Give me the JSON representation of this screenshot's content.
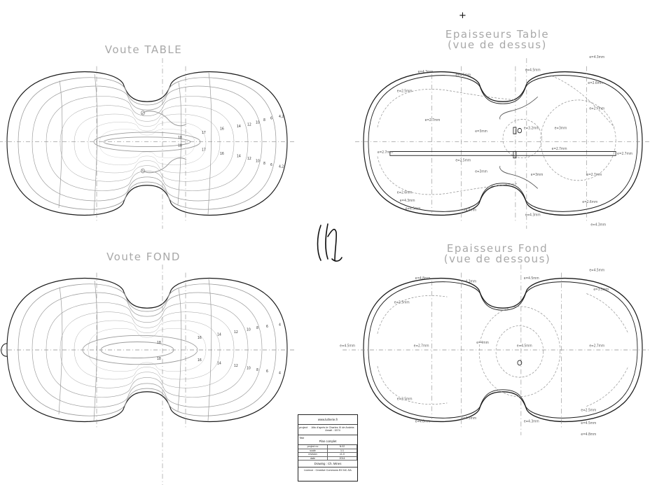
{
  "titles": {
    "voute_table": "Voute TABLE",
    "voute_fond": "Voute FOND",
    "epaisseurs_table": [
      "Epaisseurs Table",
      "(vue de dessus)"
    ],
    "epaisseurs_fond": [
      "Epaisseurs Fond",
      "(vue de dessous)"
    ]
  },
  "contour_labels_table": [
    "4,2",
    "6",
    "8",
    "10",
    "12",
    "14",
    "16",
    "17",
    "18",
    "4,2",
    "6",
    "8",
    "10",
    "12",
    "14",
    "16",
    "17",
    "18"
  ],
  "contour_labels_fond": [
    "4",
    "6",
    "8",
    "10",
    "12",
    "14",
    "16",
    "18",
    "4",
    "6",
    "8",
    "10",
    "12",
    "14",
    "16",
    "18"
  ],
  "thickness_table": [
    "e=4.3mm",
    "e=4.5mm",
    "e=4.5mm",
    "e=4.3mm",
    "e=2.5mm",
    "e=2.7mm",
    "e=3mm",
    "e=3.2mm",
    "e=3mm",
    "e=2.7mm",
    "e=2.6mm",
    "e=2.7mm",
    "e=2.7mm",
    "e=2.7mm",
    "e=2.5mm",
    "e=3mm",
    "e=3mm",
    "e=2.7mm",
    "e=2.6mm",
    "e=4.5mm",
    "e=4.5mm",
    "e=4.3mm",
    "e=2.6mm",
    "e=4.3mm",
    "e=4.3mm"
  ],
  "thickness_fond": [
    "e=4.8mm",
    "e=4.3mm",
    "e=4.5mm",
    "e=3.5mm",
    "e=3.5mm",
    "e=4.5mm",
    "e=2.7mm",
    "e=4mm",
    "e=4.5mm",
    "e=2.7mm",
    "e=4.5mm",
    "e=2.5mm",
    "e=2.5mm",
    "e=4.8mm",
    "e=4.3mm",
    "e=4.3mm",
    "e=4.5mm",
    "e=4.8mm"
  ],
  "monogram": "LM",
  "title_block": {
    "website": "www.lutherie.fr",
    "project_caption": "project",
    "project": "Alto d'après le Charles IX de Andréa Amati - 1574",
    "title_caption": "Title",
    "title": "Plan complet",
    "meta": [
      [
        "project no",
        "N.02"
      ],
      [
        "scale",
        "1:1"
      ],
      [
        "revision",
        "v1.0"
      ],
      [
        "date",
        "2014"
      ]
    ],
    "drawing": "Drawing : Ch. Mines",
    "licence": "Licence : Creative Commons BY-NC-SA"
  },
  "colors": {
    "outline": "#1a1a1a",
    "contour": "#9a9a9a",
    "dashed": "#8a8a8a",
    "title": "#a8a8a8"
  },
  "marks": {
    "crosshair": "+"
  }
}
